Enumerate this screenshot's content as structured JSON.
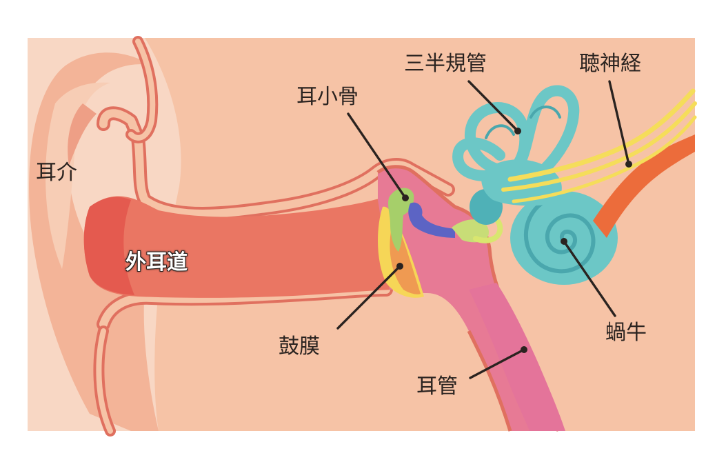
{
  "labels": {
    "pinna": "耳介",
    "ear_canal": "外耳道",
    "ossicles": "耳小骨",
    "semicircular_canals": "三半規管",
    "auditory_nerve": "聴神経",
    "eardrum": "鼓膜",
    "eustachian_tube": "耳管",
    "cochlea": "蝸牛"
  },
  "colors": {
    "skin": "#f6c3a6",
    "skin_dark": "#ee9f86",
    "outline": "#e0705f",
    "canal": "#ea7663",
    "middle_ear": "#e77a95",
    "eustachian": "#e4749a",
    "cochlea": "#6cc7c6",
    "nerve_orange": "#ec6c3b",
    "nerve_yellow": "#f5dd5a",
    "eardrum_yellow": "#f6d657",
    "ossicle_green": "#a6cf6a",
    "ossicle_blue": "#5c64c4",
    "label_text": "#2a2320"
  }
}
